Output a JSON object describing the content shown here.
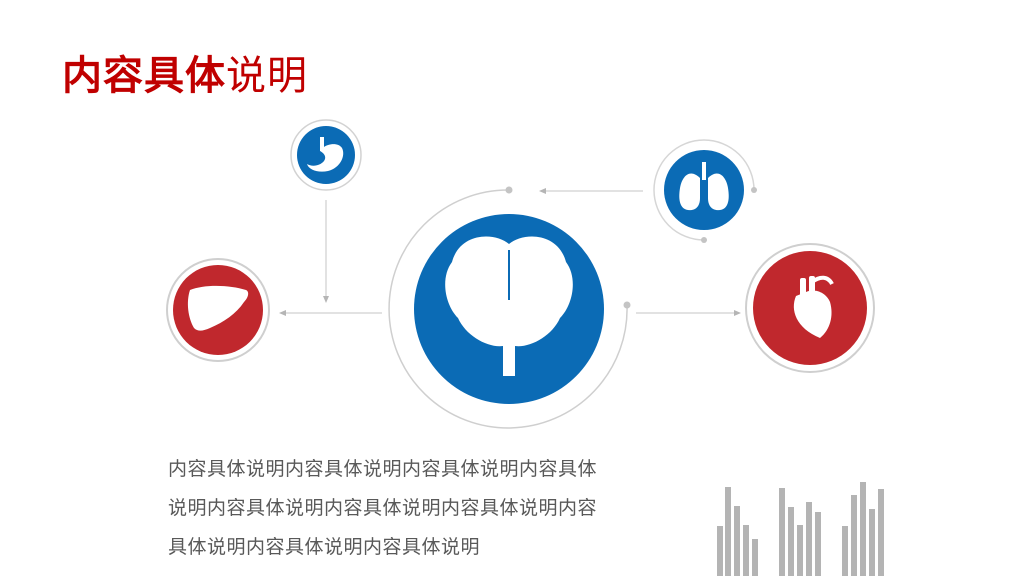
{
  "title": {
    "bold": "内容具体",
    "rest": "说明"
  },
  "nodes": {
    "center": {
      "icon": "brain-icon",
      "color": "#0b6bb5"
    },
    "stomach": {
      "icon": "stomach-icon",
      "color": "#0b6bb5"
    },
    "lungs": {
      "icon": "lungs-icon",
      "color": "#0b6bb5"
    },
    "liver": {
      "icon": "liver-icon",
      "color": "#c0282d"
    },
    "heart": {
      "icon": "heart-icon",
      "color": "#c0282d"
    }
  },
  "body": {
    "line1": "内容具体说明内容具体说明内容具体说明内容具体",
    "line2": "说明内容具体说明内容具体说明内容具体说明内容",
    "line3": "具体说明内容具体说明内容具体说明"
  },
  "colors": {
    "title": "#c00000",
    "blue": "#0b6bb5",
    "red": "#c0282d",
    "bars": "#b4b4b4"
  }
}
